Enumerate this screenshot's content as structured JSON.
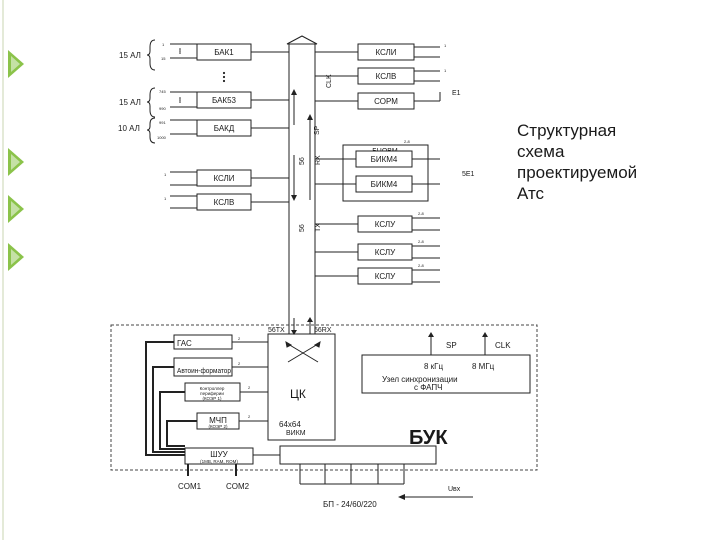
{
  "slide": {
    "title_lines": [
      "Структурная",
      "схема",
      "проектируемой",
      "Атс"
    ],
    "accent_color": "#8bc34a"
  },
  "left_groups": [
    {
      "label": "15 АЛ",
      "top": "1",
      "bottom": "15"
    },
    {
      "label": "15 АЛ",
      "top": "745",
      "bottom": "990"
    },
    {
      "label": "10 АЛ",
      "top": "991",
      "bottom": "1000"
    }
  ],
  "blocks": {
    "bak1": "БАК1",
    "bak53": "БАК53",
    "bakd": "БАКД",
    "ksli_left": "КСЛИ",
    "kslv_left": "КСЛВ",
    "ksli_right": "КСЛИ",
    "kslv_right": "КСЛВ",
    "sorm": "СОРМ",
    "bcovm": "БЦОВМ",
    "bikm4_a": "БИКМ4",
    "bikm4_b": "БИКМ4",
    "kslu_1": "КСЛУ",
    "kslu_2": "КСЛУ",
    "kslu_3": "КСЛУ"
  },
  "labels": {
    "e1": "Е1",
    "e1_5": "5Е1",
    "bus_clk": "CLK",
    "bus_sp": "SP",
    "bus_56_top": "56",
    "bus_56_bottom": "56",
    "bus_rx": "RX",
    "bus_tx": "TX",
    "trunk_range": "2-8"
  },
  "buk": {
    "title": "БУК",
    "gas": "ГАС",
    "autoinformator": "Автоин-форматор",
    "controller_line1": "Контроллер",
    "controller_line2": "периферии",
    "controller_line3": "(КОЭР 1)",
    "mcp": "МЧП",
    "mcp_sub": "(КОЭР 2)",
    "uu": "ШУУ",
    "uu_sub": "(1MB, RAM, ROM)",
    "ck": "ЦК",
    "ck_size": "64х64",
    "ck_vikm": "ВИКМ",
    "tx_label": "56TX",
    "rx_label": "56RX",
    "sync_sp": "SP",
    "sync_clk": "CLK",
    "sync_8khz": "8 кГц",
    "sync_8mhz": "8 МГц",
    "sync_title_1": "Узел синхронизации",
    "sync_title_2": "с ФАПЧ",
    "com1": "COM1",
    "com2": "COM2",
    "power": "БП - 24/60/220",
    "uvh": "Uвх",
    "link_2": "2"
  }
}
